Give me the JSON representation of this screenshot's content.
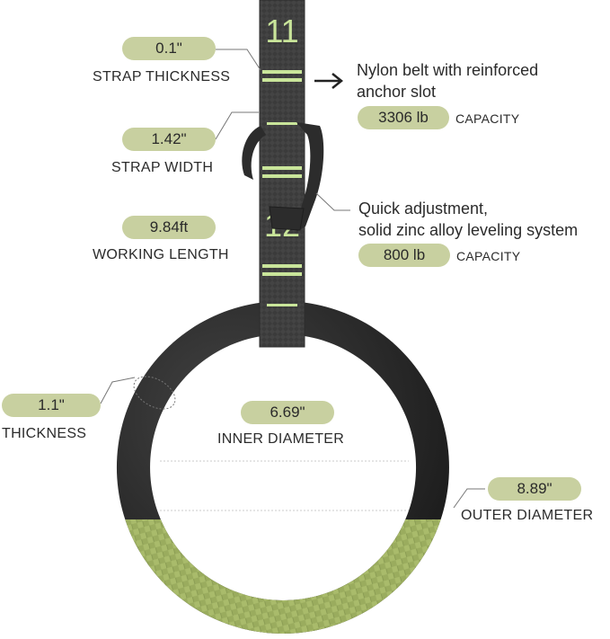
{
  "specs": {
    "strap_thickness": {
      "value": "0.1\"",
      "label": "STRAP THICKNESS"
    },
    "strap_width": {
      "value": "1.42\"",
      "label": "STRAP WIDTH"
    },
    "working_length": {
      "value": "9.84ft",
      "label": "WORKING LENGTH"
    },
    "thickness": {
      "value": "1.1\"",
      "label": "THICKNESS"
    },
    "inner_diameter": {
      "value": "6.69\"",
      "label": "INNER DIAMETER"
    },
    "outer_diameter": {
      "value": "8.89\"",
      "label": "OUTER DIAMETER"
    }
  },
  "features": {
    "belt": {
      "line1": "Nylon belt with reinforced",
      "line2": "anchor slot",
      "capacity_value": "3306 lb",
      "capacity_label": "CAPACITY"
    },
    "buckle": {
      "line1": "Quick adjustment,",
      "line2": "solid zinc alloy leveling system",
      "capacity_value": "800 lb",
      "capacity_label": "CAPACITY"
    }
  },
  "strap_markings": [
    "11",
    "12"
  ],
  "colors": {
    "accent_green": "#a3b36a",
    "pill_green": "#c8d0a0",
    "strap_dark": "#3a3a3a",
    "ring_black": "#2a2a2a",
    "marking_green": "#c9e59a"
  },
  "icons": [
    "arrow-right-icon",
    "carabiner-buckle-icon",
    "gymnastic-ring-icon",
    "strap-icon"
  ]
}
